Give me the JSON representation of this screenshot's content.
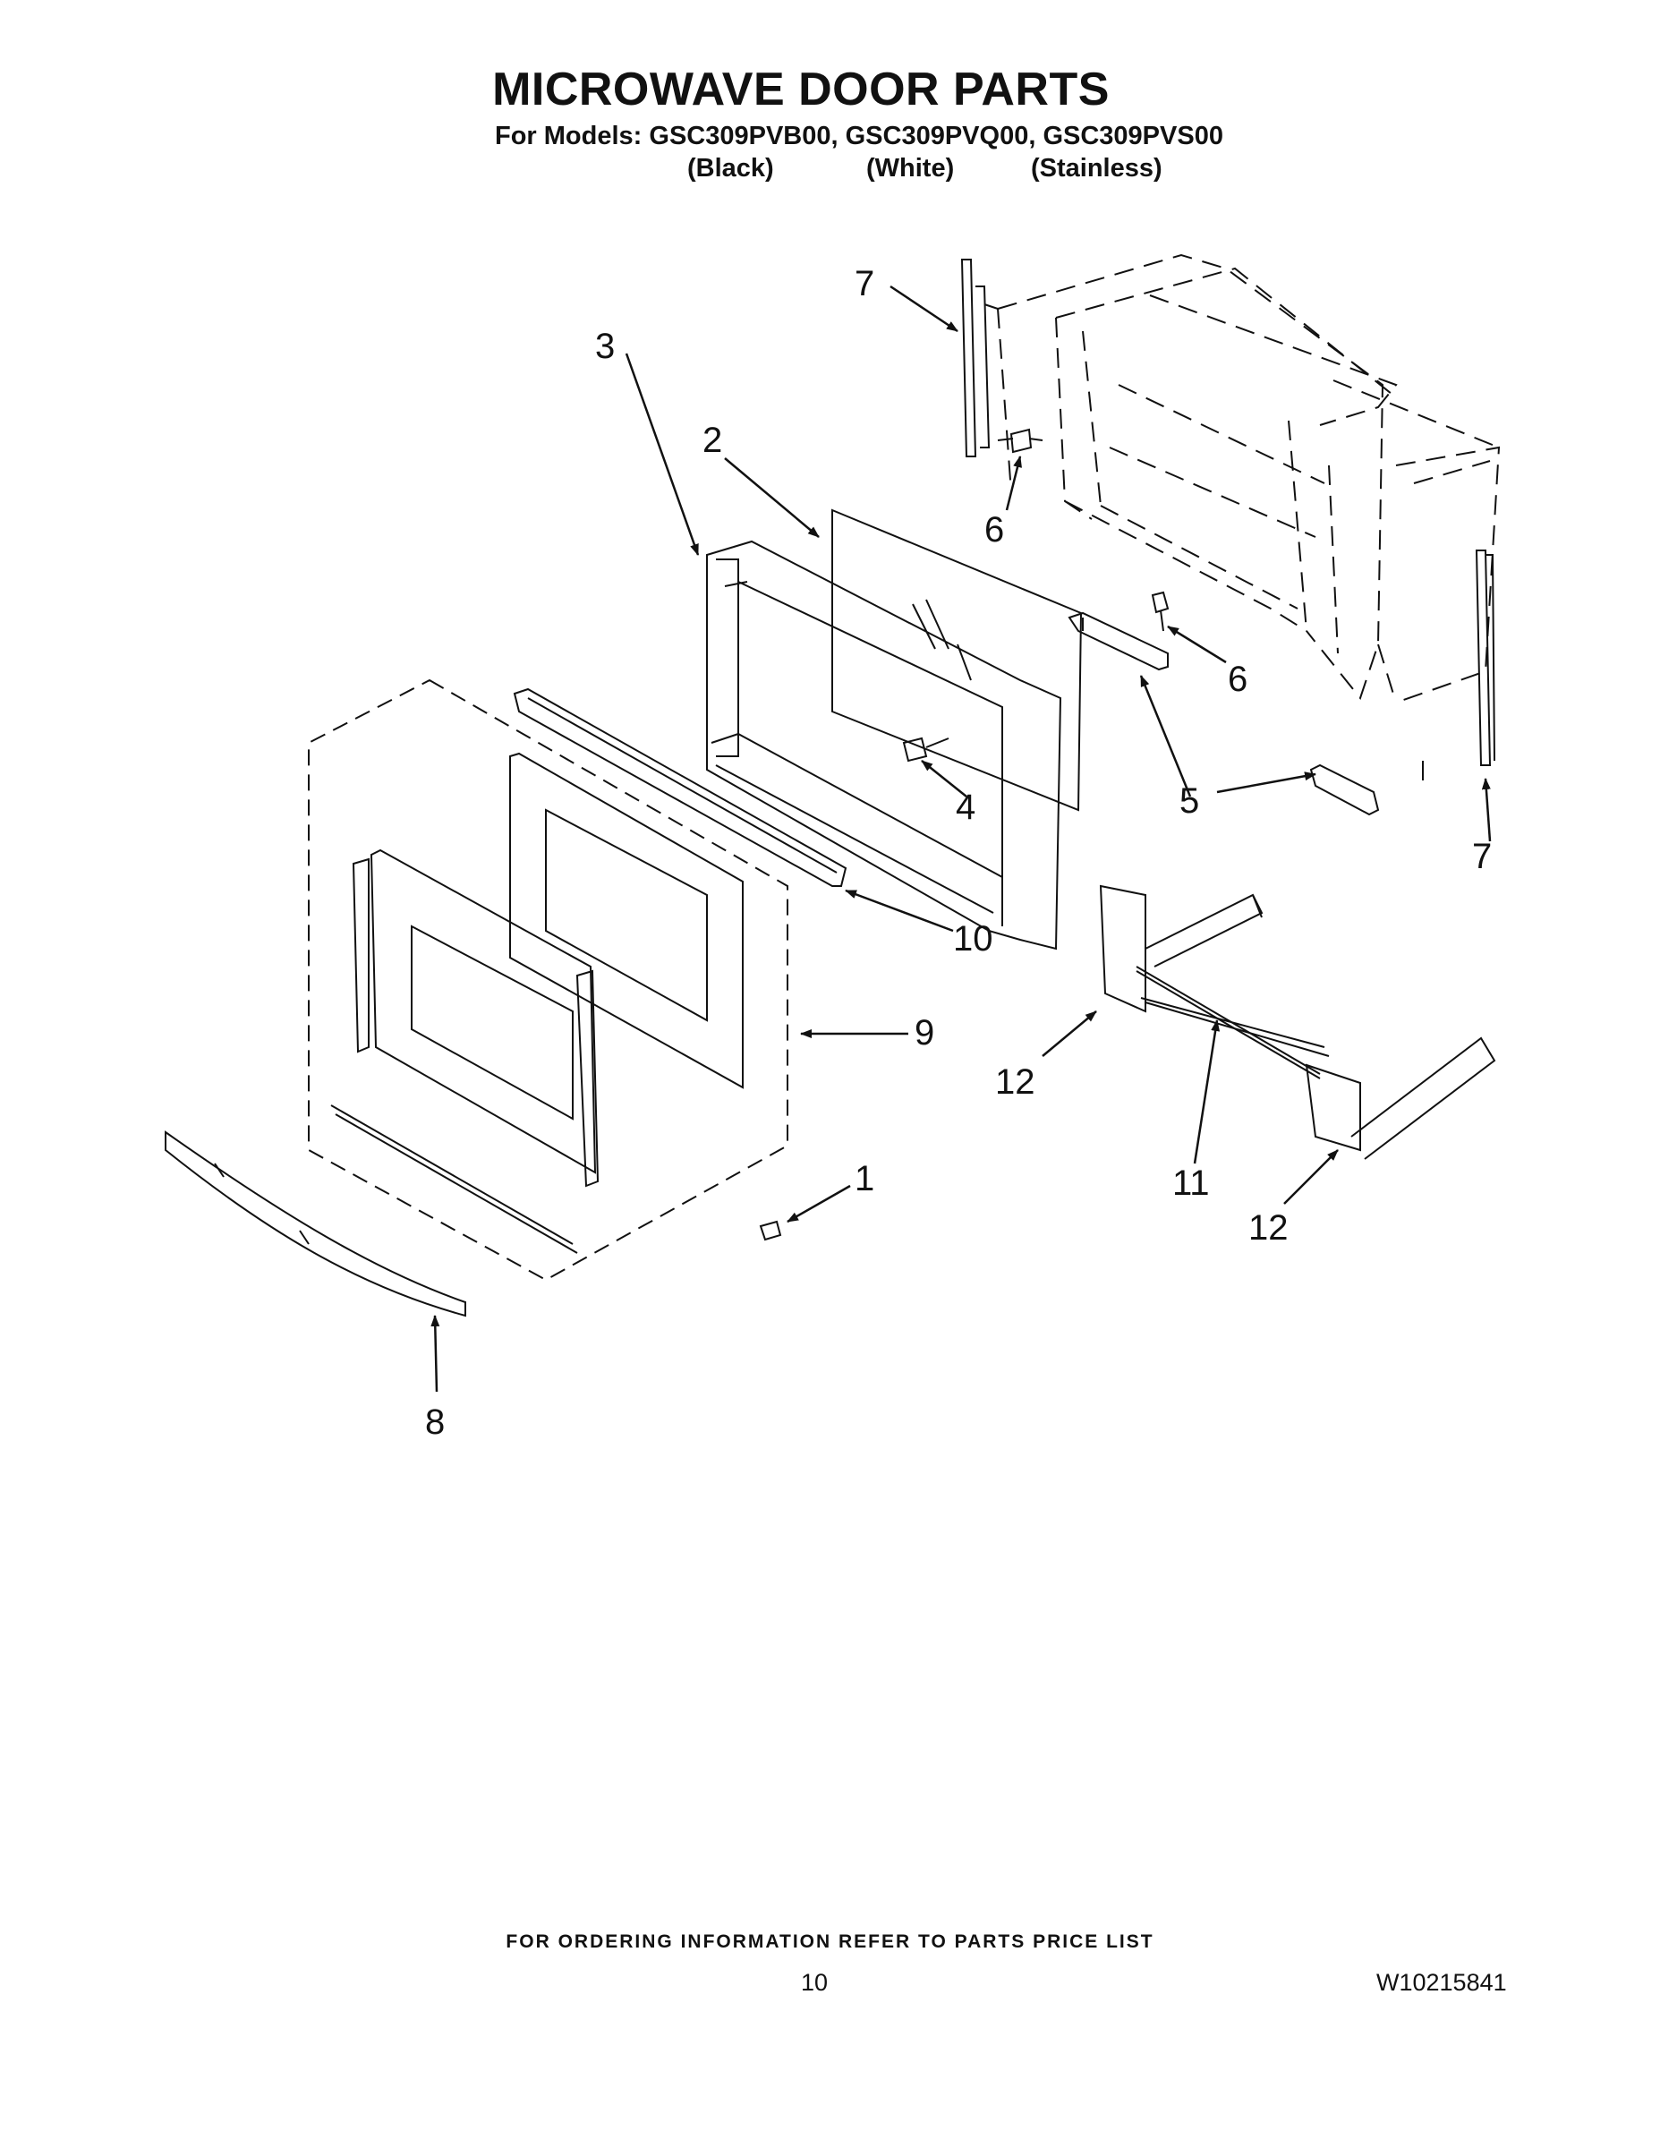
{
  "header": {
    "title": "MICROWAVE DOOR PARTS",
    "models_line": "For Models: GSC309PVB00, GSC309PVQ00, GSC309PVS00",
    "colors": [
      "(Black)",
      "(White)",
      "(Stainless)"
    ]
  },
  "callouts": {
    "c1": "1",
    "c2": "2",
    "c3": "3",
    "c4": "4",
    "c5": "5",
    "c6": "6",
    "c7": "7",
    "c8": "8",
    "c9": "9",
    "c10": "10",
    "c11": "11",
    "c12": "12"
  },
  "footer": {
    "ordering_note": "FOR ORDERING INFORMATION REFER TO PARTS PRICE LIST",
    "page_number": "10",
    "document_number": "W10215841"
  }
}
